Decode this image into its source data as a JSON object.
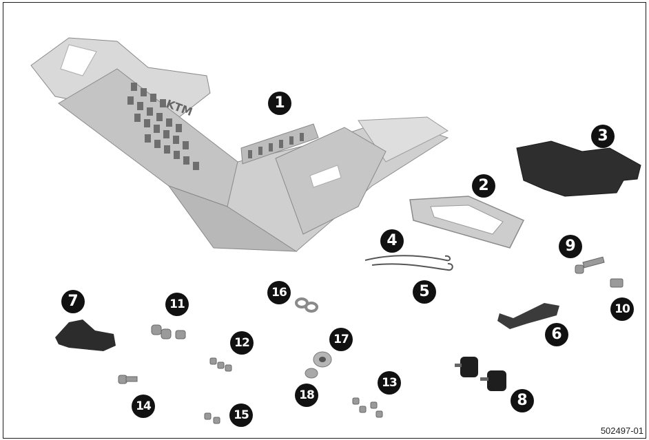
{
  "figure_number": "502497-01",
  "callouts": [
    "1",
    "2",
    "3",
    "4",
    "5",
    "6",
    "7",
    "8",
    "9",
    "10",
    "11",
    "12",
    "13",
    "14",
    "15",
    "16",
    "17",
    "18"
  ],
  "colors": {
    "aluminum": "#c9c9c9",
    "aluminum_dark": "#9a9a9a",
    "foam": "#2e2e2e",
    "callout": "#111111"
  }
}
